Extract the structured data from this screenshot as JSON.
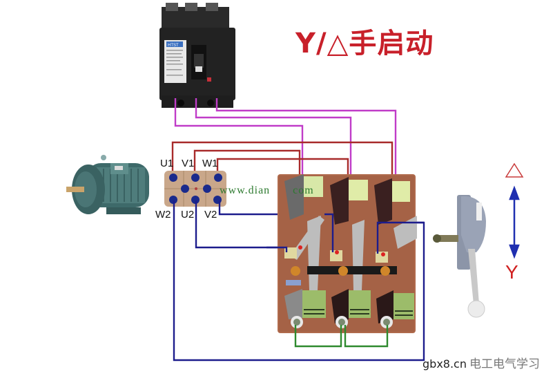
{
  "title": {
    "prefix": "Y/",
    "triangle_symbol": "△",
    "text": "手启动",
    "full": "Y/△手启动",
    "color": "#c8202a"
  },
  "components": {
    "breaker": {
      "name": "circuit-breaker",
      "brand_label": "HTST"
    },
    "motor": {
      "name": "three-phase-motor"
    },
    "terminal_box": {
      "top_labels": [
        "U1",
        "V1",
        "W1"
      ],
      "bottom_labels": [
        "W2",
        "U2",
        "V2"
      ]
    },
    "switch": {
      "name": "star-delta-knife-switch"
    },
    "handle": {
      "name": "operating-handle"
    }
  },
  "handle_indicator": {
    "top_symbol": "△",
    "bottom_symbol": "Y",
    "arrow_color": "#1f2fb0",
    "symbol_color": "#d02020"
  },
  "watermark": "www.dian",
  "watermark_tail": "com",
  "footer": {
    "site": "gbx8.cn",
    "brand": "电工电气学习"
  },
  "wire_colors": {
    "supply": "#c03cc8",
    "delta_top": "#a82a2a",
    "star_bottom": "#1c1c8c",
    "short_link": "#2e8a2e"
  }
}
